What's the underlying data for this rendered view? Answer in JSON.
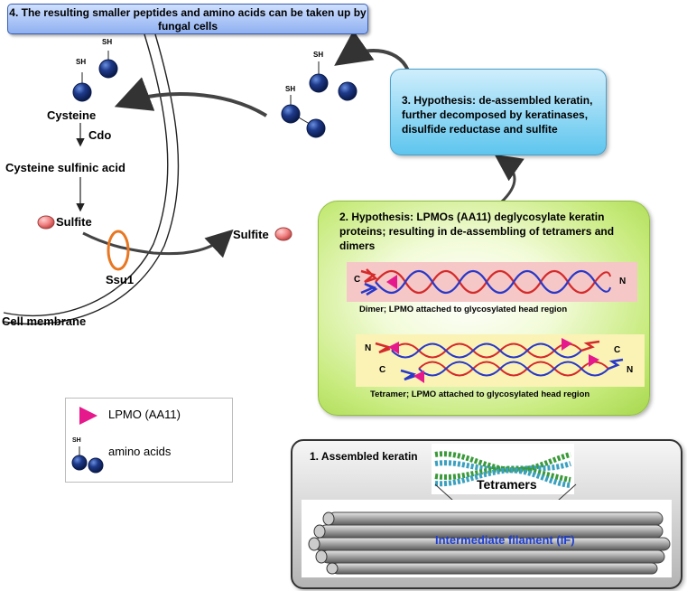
{
  "step4": {
    "text": "4. The resulting smaller peptides and amino acids can be taken up by fungal cells"
  },
  "step3": {
    "text": "3. Hypothesis: de-assembled keratin, further decomposed by keratinases, disulfide reductase and sulfite"
  },
  "step2": {
    "text": "2. Hypothesis: LPMOs (AA11) deglycosylate keratin proteins; resulting in de-assembling of tetramers and dimers",
    "dimer_caption": "Dimer; LPMO attached to glycosylated head region",
    "tetramer_caption": "Tetramer; LPMO attached to glycosylated head region",
    "c_label": "C",
    "n_label": "N"
  },
  "step1": {
    "text": "1. Assembled keratin",
    "tetramers_label": "Tetramers",
    "if_label": "Intermediate filament (IF)"
  },
  "pathway": {
    "sh_label": "SH",
    "cysteine": "Cysteine",
    "cdo": "Cdo",
    "cysteine_sulfinic_acid": "Cysteine sulfinic acid",
    "sulfite_in": "Sulfite",
    "sulfite_out": "Sulfite",
    "ssu1": "Ssu1",
    "cell_membrane": "Cell membrane"
  },
  "legend": {
    "lpmo": "LPMO (AA11)",
    "amino_acids": "amino acids",
    "sh_label": "SH"
  },
  "colors": {
    "sphere": "#1e3a8a",
    "lpmo_marker": "#e6198c",
    "sulfite": "#f08080",
    "transporter": "#e87722",
    "strand_red": "#d42a2a",
    "strand_blue": "#2838c8",
    "if_text": "#1f3fd0"
  }
}
